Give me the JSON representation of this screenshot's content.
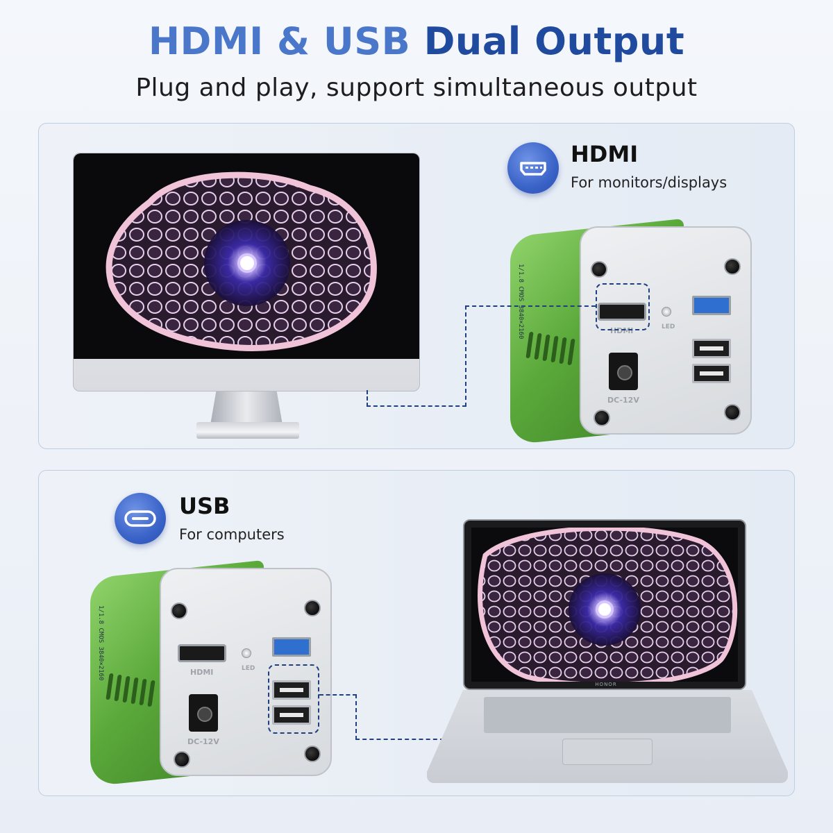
{
  "header": {
    "title_part1": "HDMI & USB",
    "title_part2": "Dual Output",
    "subtitle": "Plug and play, support simultaneous output"
  },
  "hdmi_section": {
    "title": "HDMI",
    "description": "For monitors/displays",
    "icon": "hdmi-port-icon"
  },
  "usb_section": {
    "title": "USB",
    "description": "For computers",
    "icon": "usb-c-port-icon"
  },
  "camera": {
    "hdmi_label": "HDMI",
    "led_label": "LED",
    "dc_label": "DC-12V",
    "side_text": "1/1.8 CMOS 3840×2160"
  },
  "laptop": {
    "brand": "HONOR"
  },
  "colors": {
    "title_light": "#4a77c9",
    "title_dark": "#1f4a9e",
    "accent_blue": "#3a63c8",
    "camera_green": "#5aa83a",
    "dash": "#1f3f7e"
  }
}
